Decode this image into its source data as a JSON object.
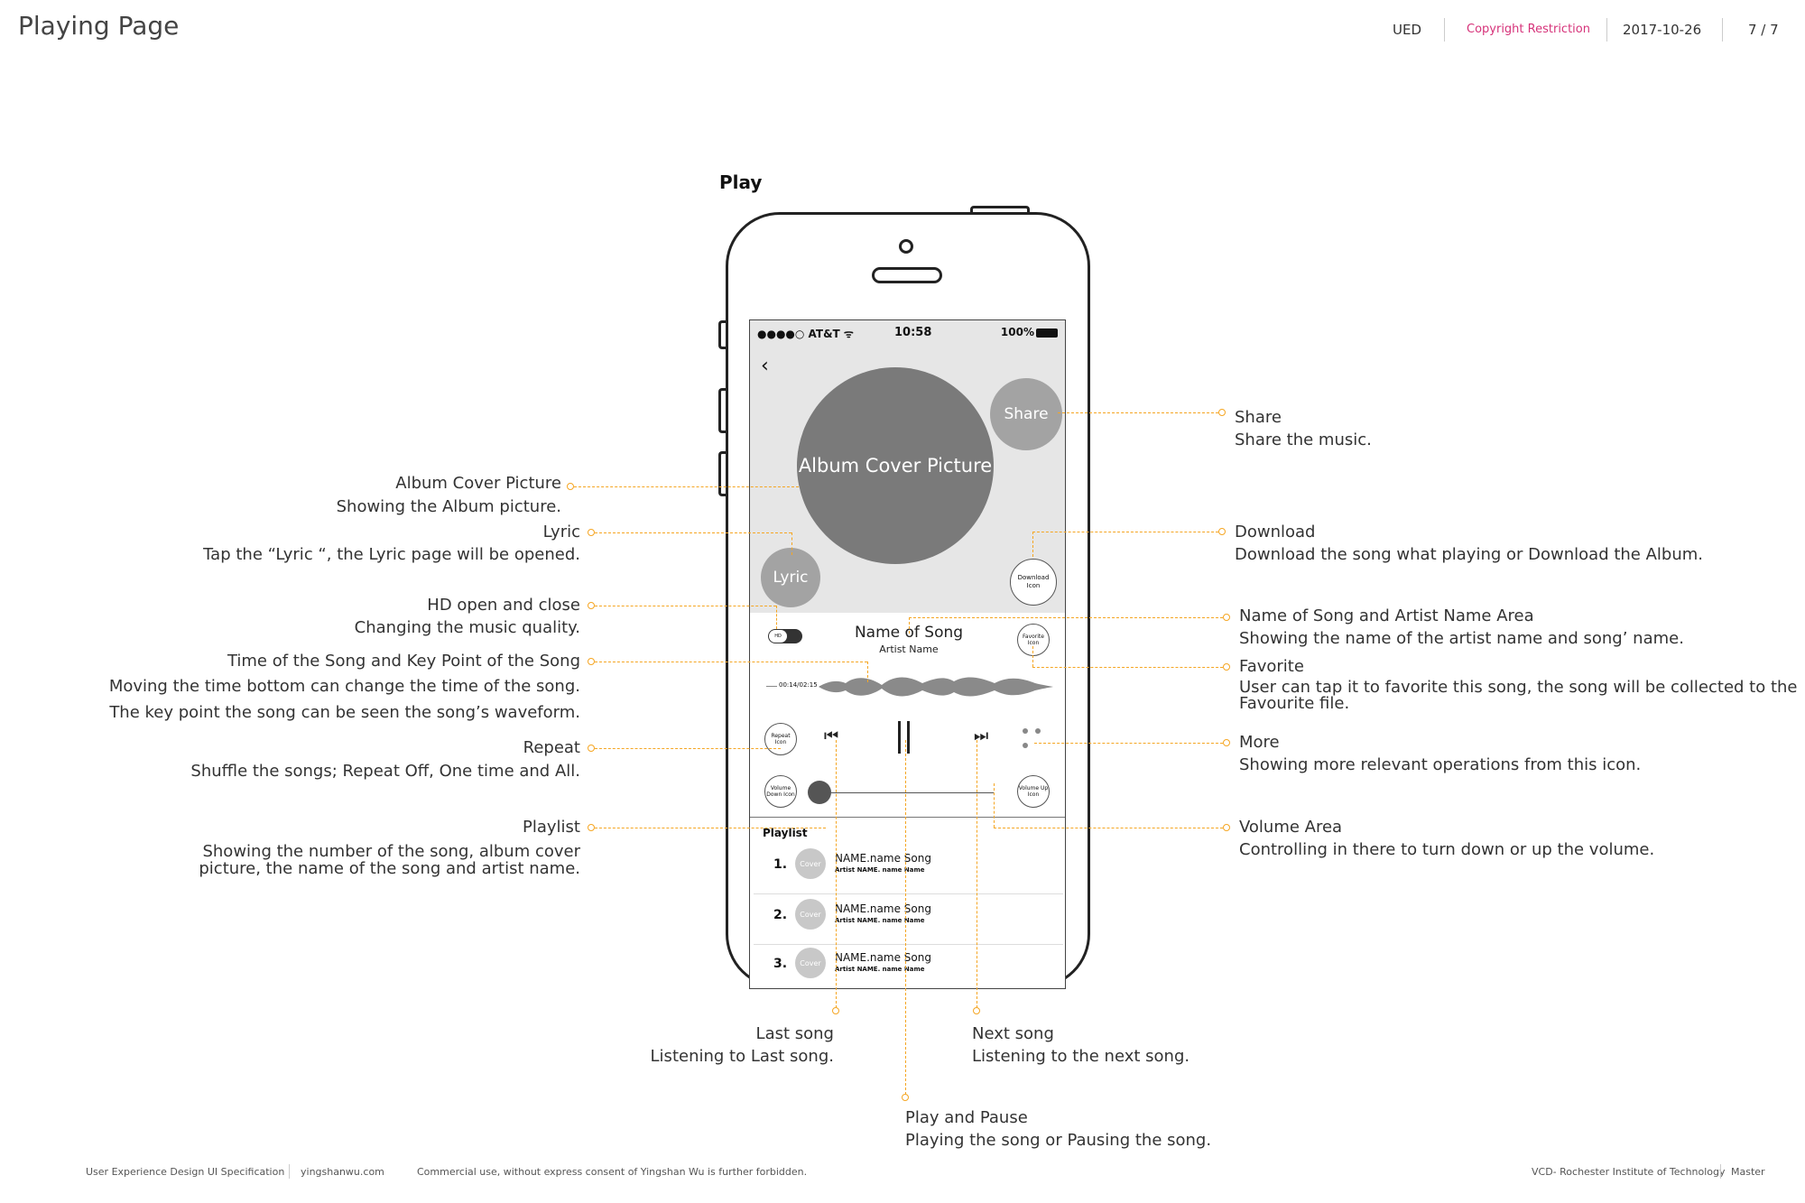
{
  "header": {
    "page_title": "Playing Page",
    "dept": "UED",
    "restriction": "Copyright Restriction",
    "date": "2017-10-26",
    "page_num": "7 / 7",
    "restriction_color": "#d6337a"
  },
  "section_title": "Play",
  "phone": {
    "status": {
      "carrier": "●●●●○ AT&T ᯤ",
      "time": "10:58",
      "battery": "100%"
    },
    "back_icon": "‹",
    "cover_label": "Album Cover Picture",
    "share_label": "Share",
    "lyric_label": "Lyric",
    "download_label": "Download Icon",
    "hd_label": "HD",
    "song_name": "Name of Song",
    "artist_name": "Artist Name",
    "favorite_label": "Favorite Icon",
    "time": "00:14/02:15",
    "repeat_label": "Repeat Icon",
    "prev_icon": "⏮",
    "next_icon": "⏭",
    "vol_down_label": "Volume Down Icon",
    "vol_up_label": "Volume Up Icon",
    "playlist_title": "Playlist",
    "playlist": [
      {
        "num": "1.",
        "cover": "Cover",
        "song": "NAME.name Song",
        "artist": "Artist NAME. name Name"
      },
      {
        "num": "2.",
        "cover": "Cover",
        "song": "NAME.name Song",
        "artist": "Artist NAME. name Name"
      },
      {
        "num": "3.",
        "cover": "Cover",
        "song": "NAME.name Song",
        "artist": "Artist NAME. name Name"
      }
    ]
  },
  "annotations": {
    "album": {
      "title": "Album Cover Picture",
      "desc": "Showing the Album picture."
    },
    "lyric": {
      "title": "Lyric",
      "desc": "Tap the “Lyric “, the Lyric page will be opened."
    },
    "hd": {
      "title": "HD open and close",
      "desc": "Changing the music quality."
    },
    "time": {
      "title": "Time of the Song and Key Point of the Song",
      "desc1": "Moving the time bottom can change the time of the song.",
      "desc2": "The key point the song can be seen the song’s waveform."
    },
    "repeat": {
      "title": "Repeat",
      "desc": "Shuffle the songs; Repeat Off, One time and All."
    },
    "playlist": {
      "title": "Playlist",
      "desc1": "Showing the number of the song, album cover",
      "desc2": "picture, the name of the song and artist name."
    },
    "share": {
      "title": "Share",
      "desc": "Share the music."
    },
    "download": {
      "title": "Download",
      "desc": "Download the song what playing or Download the Album."
    },
    "name_area": {
      "title": "Name of Song and Artist Name Area",
      "desc": "Showing the name of the artist name and song’   name."
    },
    "favorite": {
      "title": "Favorite",
      "desc1": "User can tap it to favorite this song, the song will be collected to the",
      "desc2": "Favourite file."
    },
    "more": {
      "title": "More",
      "desc": "Showing more relevant operations from this icon."
    },
    "volume": {
      "title": "Volume Area",
      "desc": "Controlling in there to turn down or up the volume."
    },
    "last": {
      "title": "Last song",
      "desc": "Listening to Last song."
    },
    "next": {
      "title": "Next song",
      "desc": "Listening to the next song."
    },
    "play": {
      "title": "Play and Pause",
      "desc": "Playing the song or Pausing the song."
    }
  },
  "footer": {
    "spec": "User Experience Design UI Specification",
    "site": "yingshanwu.com",
    "notice": "Commercial use, without express consent of Yingshan Wu is further forbidden.",
    "school": "VCD- Rochester Institute of Technology",
    "degree": "Master"
  },
  "colors": {
    "leader": "#f5a623",
    "cover": "#7a7a7a"
  }
}
